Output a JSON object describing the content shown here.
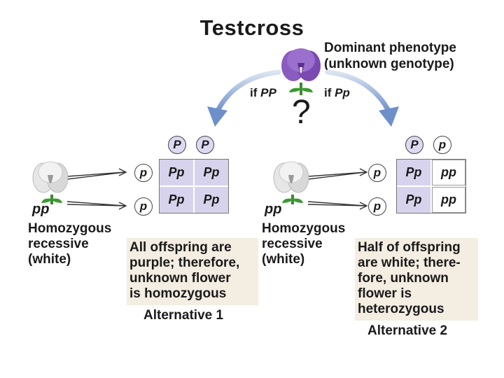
{
  "title": "Testcross",
  "dominant": {
    "line1": "Dominant phenotype",
    "line2": "(unknown genotype)"
  },
  "branches": {
    "left_prefix": "if",
    "left_genotype": "PP",
    "right_prefix": "if",
    "right_genotype": "Pp",
    "question": "?"
  },
  "alternative_1": {
    "top_alleles": [
      "P",
      "P"
    ],
    "side_alleles": [
      "p",
      "p"
    ],
    "grid": [
      [
        "Pp",
        "Pp"
      ],
      [
        "Pp",
        "Pp"
      ]
    ],
    "parent_genotype": "pp",
    "parent_desc": [
      "Homozygous",
      "recessive",
      "(white)"
    ],
    "result_text": [
      "All offspring are",
      "purple; therefore,",
      "unknown flower",
      "is homozygous"
    ],
    "label": "Alternative 1"
  },
  "alternative_2": {
    "top_alleles": [
      "P",
      "p"
    ],
    "side_alleles": [
      "p",
      "p"
    ],
    "grid": [
      [
        "Pp",
        "pp"
      ],
      [
        "Pp",
        "pp"
      ]
    ],
    "parent_genotype": "pp",
    "parent_desc": [
      "Homozygous",
      "recessive",
      "(white)"
    ],
    "result_text": [
      "Half of offspring",
      "are white; there-",
      "fore, unknown",
      "flower is",
      "heterozygous"
    ],
    "label": "Alternative 2"
  },
  "colors": {
    "dominant_allele": "#dcd9f1",
    "purple_cell": "#d7d3ec",
    "result_box": "#f3ede2",
    "arrow": "#7d9ccf",
    "flower_purple": "#7b4bb0"
  }
}
